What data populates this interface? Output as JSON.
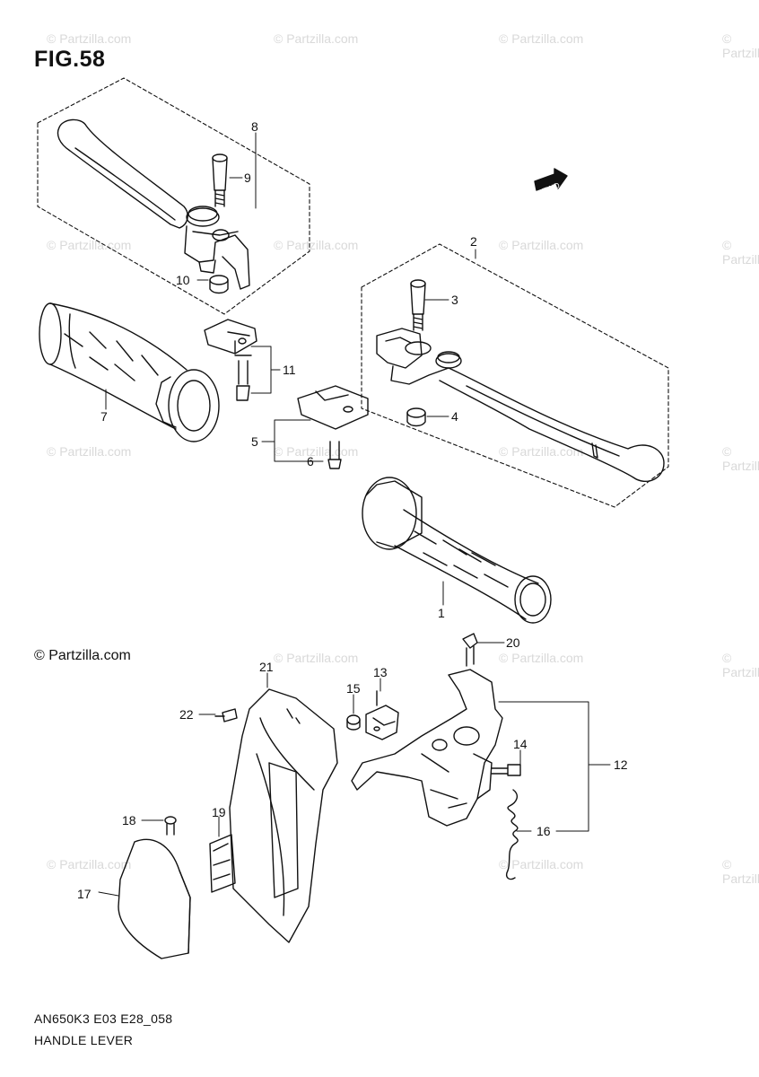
{
  "figure": {
    "title": "FIG.58",
    "copyright": "© Partzilla.com",
    "footer_code": "AN650K3 E03 E28_058",
    "footer_title": "HANDLE LEVER",
    "fwd_label": "FWD"
  },
  "watermark": {
    "text": "© Partzilla.com"
  },
  "callouts": [
    {
      "id": "1",
      "label": "1"
    },
    {
      "id": "2",
      "label": "2"
    },
    {
      "id": "3",
      "label": "3"
    },
    {
      "id": "4",
      "label": "4"
    },
    {
      "id": "5",
      "label": "5"
    },
    {
      "id": "6",
      "label": "6"
    },
    {
      "id": "7",
      "label": "7"
    },
    {
      "id": "8",
      "label": "8"
    },
    {
      "id": "9",
      "label": "9"
    },
    {
      "id": "10",
      "label": "10"
    },
    {
      "id": "11",
      "label": "11"
    },
    {
      "id": "12",
      "label": "12"
    },
    {
      "id": "13",
      "label": "13"
    },
    {
      "id": "14",
      "label": "14"
    },
    {
      "id": "15",
      "label": "15"
    },
    {
      "id": "16",
      "label": "16"
    },
    {
      "id": "17",
      "label": "17"
    },
    {
      "id": "18",
      "label": "18"
    },
    {
      "id": "19",
      "label": "19"
    },
    {
      "id": "20",
      "label": "20"
    },
    {
      "id": "21",
      "label": "21"
    },
    {
      "id": "22",
      "label": "22"
    }
  ]
}
